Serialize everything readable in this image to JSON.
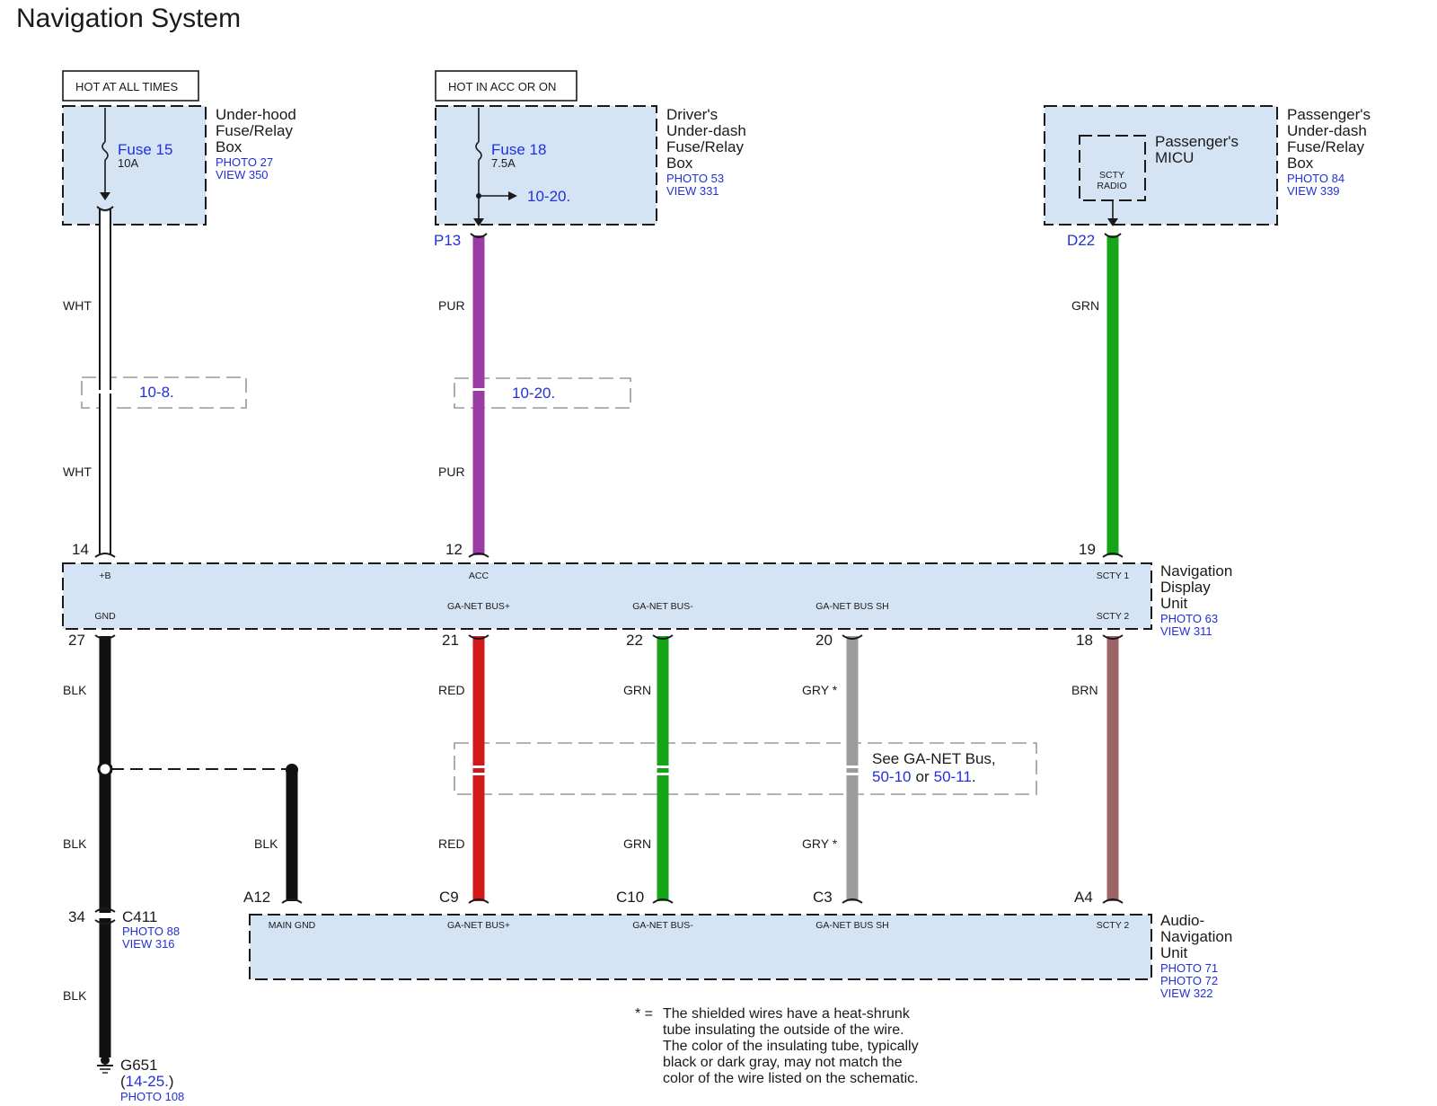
{
  "title": "Navigation System",
  "power": {
    "hot_at_all_times": "HOT AT ALL TIMES",
    "hot_in_acc": "HOT IN ACC OR ON"
  },
  "underhood_box": {
    "name_lines": [
      "Under-hood",
      "Fuse/Relay",
      "Box"
    ],
    "photo": "PHOTO 27",
    "view": "VIEW 350",
    "fuse_name": "Fuse 15",
    "fuse_rating": "10A"
  },
  "driver_box": {
    "name_lines": [
      "Driver's",
      "Under-dash",
      "Fuse/Relay",
      "Box"
    ],
    "photo": "PHOTO 53",
    "view": "VIEW 331",
    "fuse_name": "Fuse 18",
    "fuse_rating": "7.5A",
    "branch_ref": "10-20.",
    "connector": "P13"
  },
  "passenger_box": {
    "name_lines": [
      "Passenger's",
      "Under-dash",
      "Fuse/Relay",
      "Box"
    ],
    "photo": "PHOTO 84",
    "view": "VIEW 339",
    "micu_lines": [
      "Passenger's",
      "MICU"
    ],
    "radio_lines": [
      "SCTY",
      "RADIO"
    ],
    "connector": "D22"
  },
  "nav_display": {
    "name_lines": [
      "Navigation",
      "Display",
      "Unit"
    ],
    "photo": "PHOTO 63",
    "view": "VIEW 311",
    "top_terminals": [
      "+B",
      "ACC",
      "SCTY 1"
    ],
    "top_pins": [
      "14",
      "12",
      "19"
    ],
    "bottom_terminals": [
      "GND",
      "GA-NET BUS+",
      "GA-NET BUS-",
      "GA-NET BUS SH",
      "SCTY 2"
    ],
    "bottom_pins": [
      "27",
      "21",
      "22",
      "20",
      "18"
    ]
  },
  "audio_nav": {
    "name_lines": [
      "Audio-",
      "Navigation",
      "Unit"
    ],
    "photos": [
      "PHOTO 71",
      "PHOTO 72"
    ],
    "view": "VIEW 322",
    "terminals": [
      "MAIN GND",
      "GA-NET BUS+",
      "GA-NET BUS-",
      "GA-NET BUS SH",
      "SCTY 2"
    ],
    "pins": [
      "A12",
      "C9",
      "C10",
      "C3",
      "A4"
    ]
  },
  "wires": {
    "upper": [
      {
        "color": "WHT",
        "hex": "#ffffff"
      },
      {
        "color": "PUR",
        "hex": "#9a3ca4"
      },
      {
        "color": "GRN",
        "hex": "#16a516"
      }
    ],
    "lower": [
      {
        "color": "BLK",
        "hex": "#111111"
      },
      {
        "color": "RED",
        "hex": "#d01a1a"
      },
      {
        "color": "GRN",
        "hex": "#16a516"
      },
      {
        "color": "GRY *",
        "hex": "#9c9c9c"
      },
      {
        "color": "BRN",
        "hex": "#9c6464"
      }
    ],
    "main_gnd_color": "BLK"
  },
  "refs": {
    "wht_ref": "10-8.",
    "pur_ref": "10-20.",
    "ga_net_text": "See GA-NET Bus,",
    "ga_net_link1": "50-10",
    "ga_net_or": "or",
    "ga_net_link2": "50-11",
    "ga_net_end": "."
  },
  "ground": {
    "connector": "C411",
    "connector_pin": "34",
    "connector_photo": "PHOTO 88",
    "connector_view": "VIEW 316",
    "ground_point": "G651",
    "ground_ref_open": "(",
    "ground_ref": "14-25.",
    "ground_ref_close": ")",
    "ground_photo": "PHOTO 108"
  },
  "footnote": {
    "marker": "* =",
    "lines": [
      "The shielded wires have a heat-shrunk",
      "tube insulating the outside of the wire.",
      "The color of the insulating tube, typically",
      "black or dark gray, may not match the",
      "color of the wire listed on the schematic."
    ]
  }
}
